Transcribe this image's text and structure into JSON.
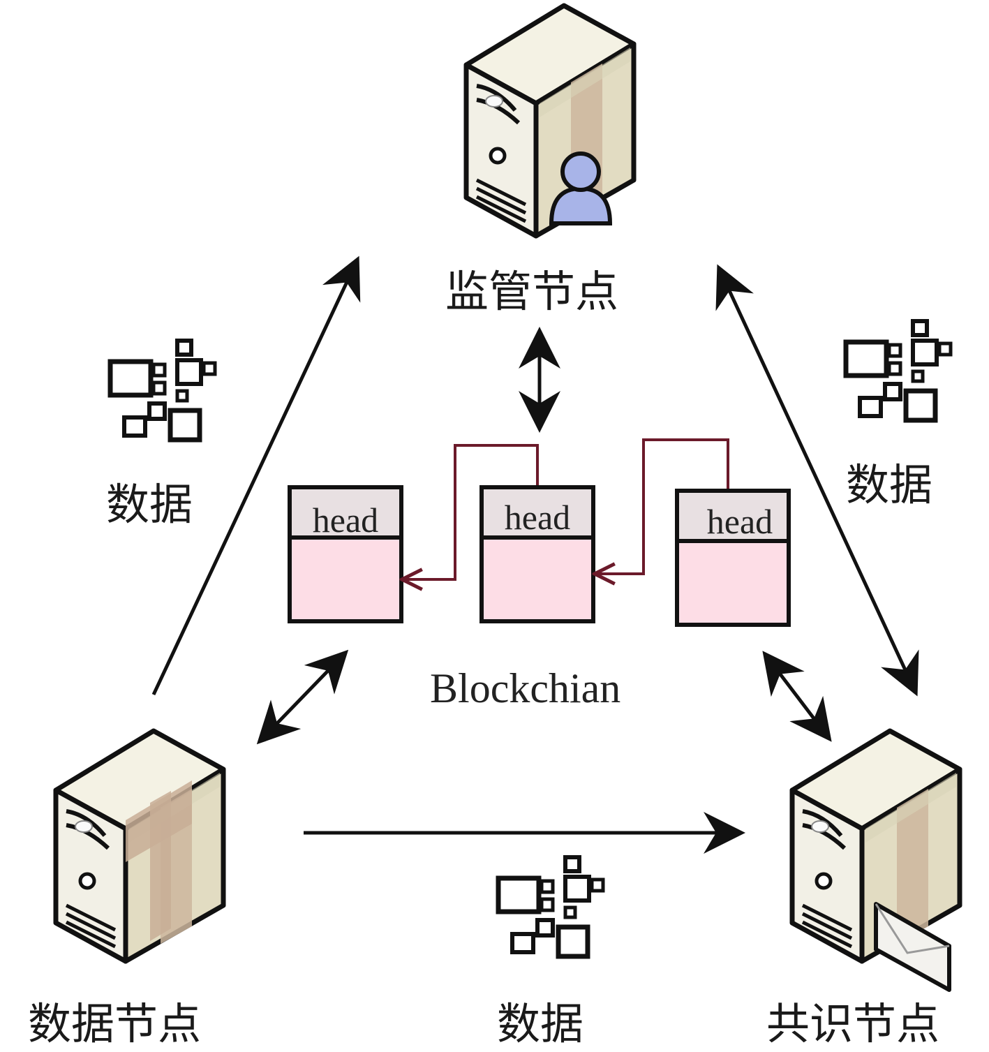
{
  "nodes": {
    "supervisor": "监管节点",
    "data": "数据节点",
    "consensus": "共识节点"
  },
  "data_labels": {
    "left": "数据",
    "right": "数据",
    "bottom": "数据"
  },
  "chain": {
    "label": "Blockchian",
    "blocks": [
      "head",
      "head",
      "head"
    ]
  },
  "colors": {
    "block_fill": "#fddde6",
    "block_header": "#e8e0e2",
    "link": "#6b1a2a",
    "arrow": "#111111",
    "server_body": "#efecd8",
    "server_side": "#cfc9ac",
    "server_accent": "#c8ae96"
  },
  "icons": [
    "server-icon",
    "user-badge-icon",
    "envelope-badge-icon",
    "data-blocks-icon"
  ]
}
